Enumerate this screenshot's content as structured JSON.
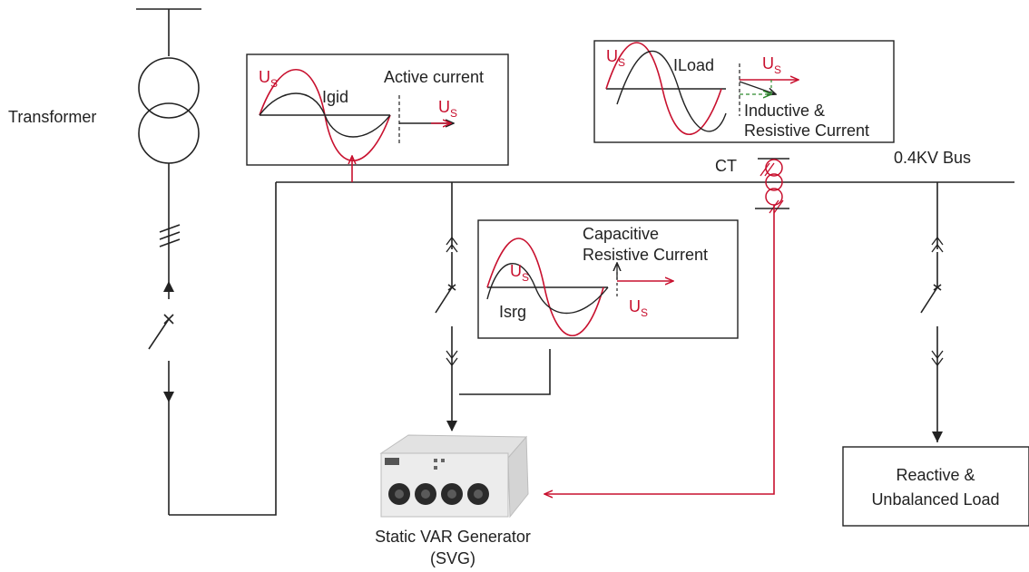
{
  "labels": {
    "transformer": "Transformer",
    "bus": "0.4KV Bus",
    "ct": "CT",
    "svg_line1": "Static VAR Generator",
    "svg_line2": "(SVG)",
    "load_line1": "Reactive &",
    "load_line2": "Unbalanced Load"
  },
  "panels": {
    "grid": {
      "us": "U",
      "us_sub": "S",
      "wave_label": "Igid",
      "title": "Active current",
      "vec_us": "U",
      "vec_us_sub": "S"
    },
    "load": {
      "us": "U",
      "us_sub": "S",
      "wave_label": "ILoad",
      "vec_us": "U",
      "vec_us_sub": "S",
      "title_line1": "Inductive &",
      "title_line2": "Resistive Current"
    },
    "svg": {
      "us": "U",
      "us_sub": "S",
      "wave_label": "Isrg",
      "vec_us": "U",
      "vec_us_sub": "S",
      "title_line1": "Capacitive",
      "title_line2": "Resistive Current"
    }
  },
  "colors": {
    "line": "#222222",
    "accent": "#c8102e",
    "vector_dashed": "#2e8b2e"
  }
}
